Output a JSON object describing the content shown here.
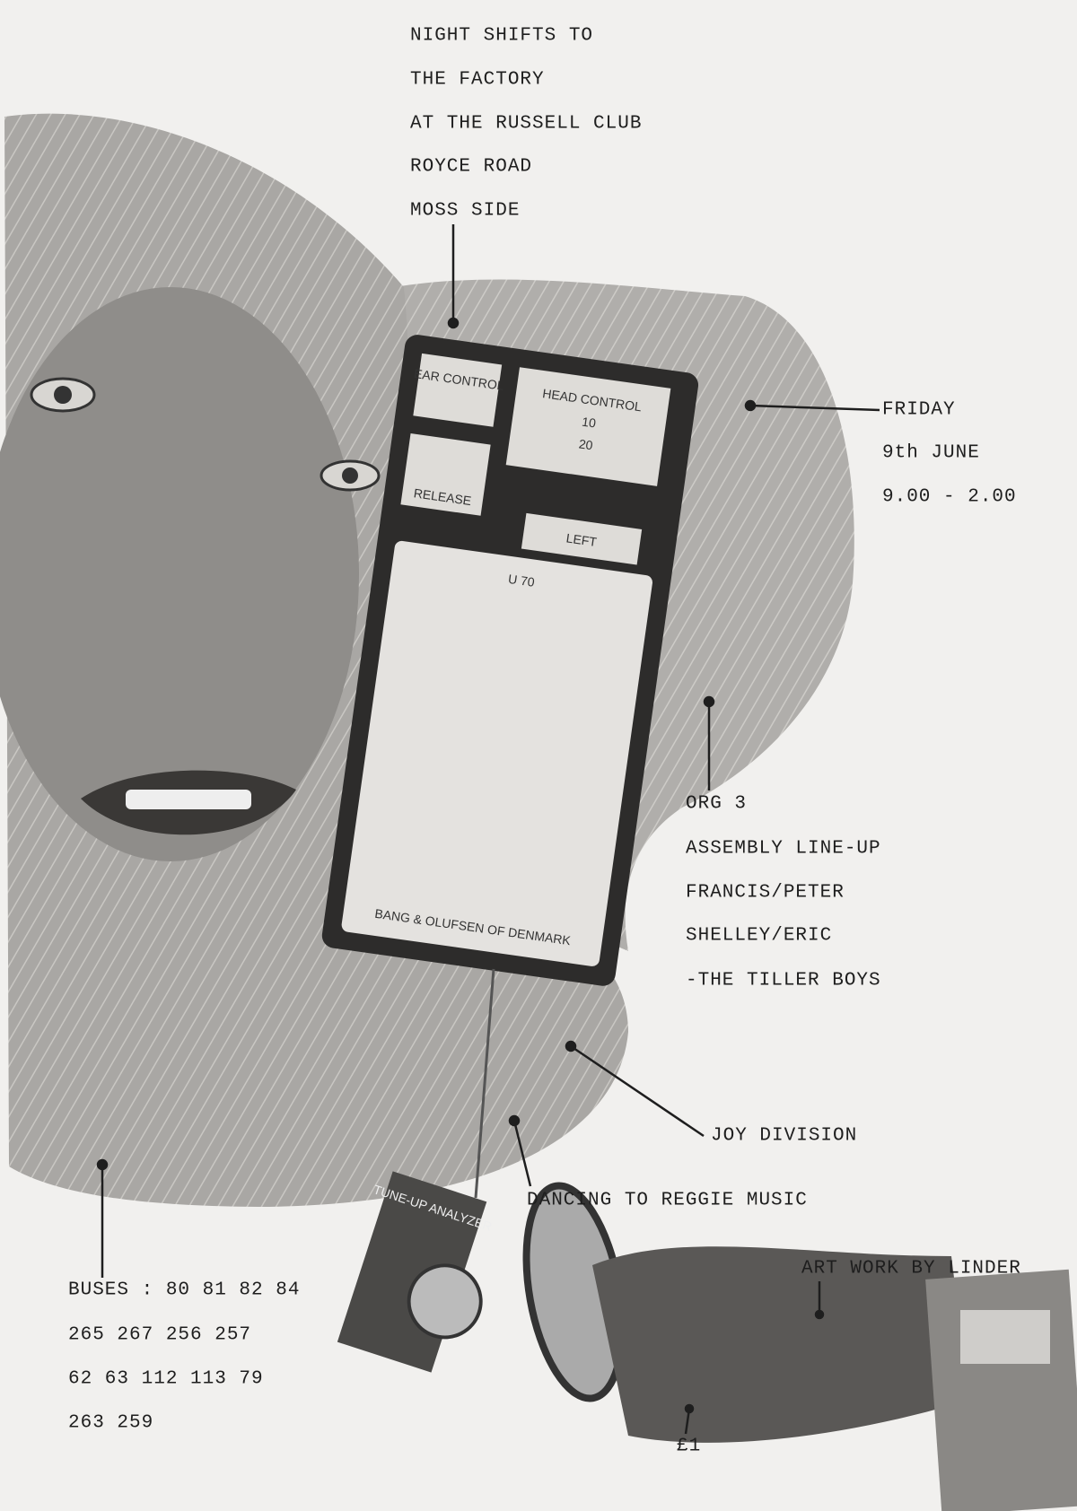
{
  "venue": {
    "lines": [
      "NIGHT SHIFTS TO",
      "THE FACTORY",
      "AT THE RUSSELL CLUB",
      "ROYCE ROAD",
      "MOSS SIDE"
    ]
  },
  "date": {
    "day": "FRIDAY",
    "date": "9th JUNE",
    "time": "9.00 - 2.00"
  },
  "lineup": {
    "lines": [
      "ORG 3",
      "ASSEMBLY LINE-UP",
      "FRANCIS/PETER",
      "SHELLEY/ERIC",
      "-THE TILLER BOYS"
    ]
  },
  "headliner": "JOY DIVISION",
  "dancing": "DANCING TO REGGIE MUSIC",
  "credit": "ART WORK BY LINDER",
  "price": "£1",
  "buses": {
    "lines": [
      "BUSES : 80 81 82 84",
      "265 267 256 257",
      "62 63 112 113 79",
      "263 259"
    ]
  },
  "collage_text": {
    "ear_control": "EAR CONTROL",
    "head_control": "HEAD CONTROL",
    "head_10": "10",
    "head_20": "20",
    "release": "RELEASE",
    "left": "LEFT",
    "model": "U 70",
    "brand": "BANG & OLUFSEN OF DENMARK",
    "analyzer": "TUNE-UP ANALYZER"
  },
  "colors": {
    "paper": "#f1f0ee",
    "ink": "#1e1e1e"
  }
}
